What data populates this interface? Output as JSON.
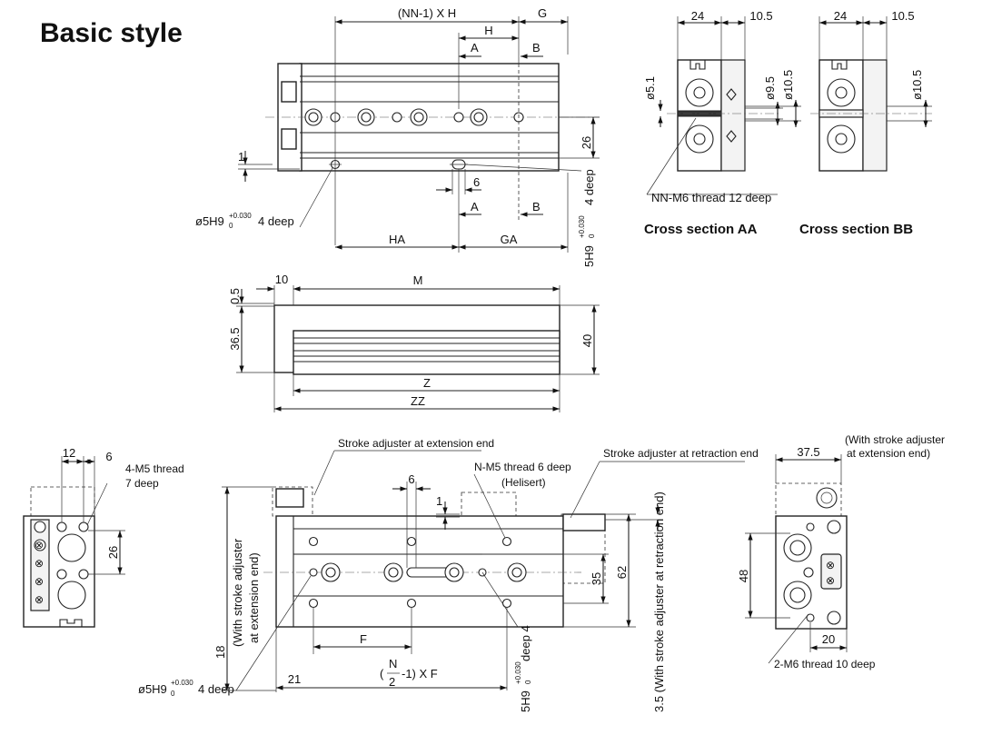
{
  "title": "Basic style",
  "captions": {
    "section_aa": "Cross section  AA",
    "section_bb": "Cross section  BB"
  },
  "top_view": {
    "nn_1_x_h": "(NN-1) X H",
    "g": "G",
    "h": "H",
    "a": "A",
    "b": "B",
    "dim_1": "1",
    "dim_26": "26",
    "dim_6": "6",
    "pin_hole": "ø5H9",
    "pin_tol_plus": "+0.030",
    "pin_tol_zero": "0",
    "pin_depth": "4 deep",
    "slot_hole": "5H9",
    "slot_tol_plus": "+0.030",
    "slot_tol_zero": "0",
    "slot_depth": "4 deep",
    "ha": "HA",
    "ga": "GA"
  },
  "section_aa": {
    "w24": "24",
    "w10_5": "10.5",
    "d5_1": "ø5.1",
    "d9_5": "ø9.5",
    "d10_5": "ø10.5",
    "thread": "NN-M6 thread 12 deep"
  },
  "section_bb": {
    "w24": "24",
    "w10_5": "10.5",
    "d10_5": "ø10.5"
  },
  "side_view": {
    "d0_5": "0.5",
    "d10": "10",
    "m": "M",
    "d36_5": "36.5",
    "d40": "40",
    "z": "Z",
    "zz": "ZZ"
  },
  "left_end": {
    "d12": "12",
    "d6": "6",
    "thread_l1": "4-M5 thread",
    "thread_l2": "7 deep",
    "d26": "26"
  },
  "bottom_view": {
    "stroke_ext": "Stroke adjuster at extension end",
    "stroke_ret": "Stroke adjuster at retraction end",
    "nm5_l1": "N-M5 thread 6 deep",
    "nm5_l2": "(Helisert)",
    "d6": "6",
    "d1": "1",
    "with_ext_l1": "(With stroke adjuster",
    "with_ext_l2": "at extension end)",
    "d18": "18",
    "d35": "35",
    "d62": "62",
    "f": "F",
    "frac_n": "N",
    "frac_2": "2",
    "formula_rest": "-1) X F",
    "d21": "21",
    "pin_hole": "ø5H9",
    "pin_tol_plus": "+0.030",
    "pin_tol_zero": "0",
    "pin_depth": "4 deep",
    "slot_hole": "5H9",
    "slot_tol_plus": "+0.030",
    "slot_tol_zero": "0",
    "slot_depth": "deep 4",
    "d3_5": "3.5 (With stroke adjuster at retraction end)"
  },
  "right_end": {
    "with_ext_l1": "(With stroke adjuster",
    "with_ext_l2": "at extension end)",
    "d37_5": "37.5",
    "d48": "48",
    "d20": "20",
    "thread": "2-M6 thread 10 deep"
  }
}
